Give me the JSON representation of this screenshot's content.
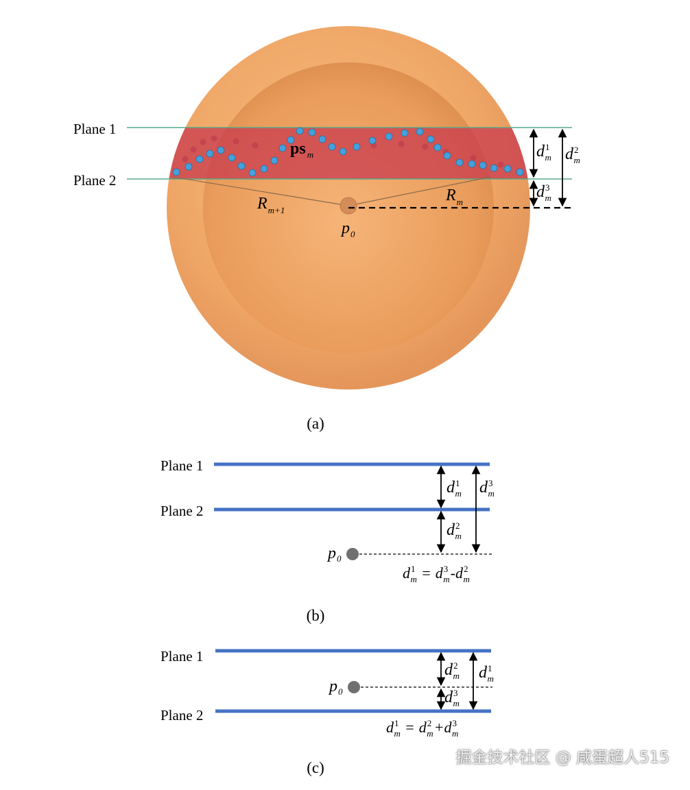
{
  "panel_a": {
    "caption": "(a)",
    "plane1_label": "Plane 1",
    "plane2_label": "Plane 2",
    "ps_label": "ps",
    "ps_sub": "m",
    "r_outer_label": "R",
    "r_outer_sub": "m+1",
    "r_inner_label": "R",
    "r_inner_sub": "m",
    "p0_label": "p",
    "p0_sub": "0",
    "d1": {
      "base": "d",
      "sup": "1",
      "sub": "m"
    },
    "d2": {
      "base": "d",
      "sup": "2",
      "sub": "m"
    },
    "d3": {
      "base": "d",
      "sup": "3",
      "sub": "m"
    },
    "colors": {
      "outer_sphere": "#f0a665",
      "inner_sphere": "#e89a59",
      "band": "#c8364e",
      "points": "#45a0dc",
      "plane_line": "#5aa88a"
    }
  },
  "panel_b": {
    "caption": "(b)",
    "plane1_label": "Plane 1",
    "plane2_label": "Plane 2",
    "p0_label": "p",
    "p0_sub": "0",
    "d1": {
      "base": "d",
      "sup": "1",
      "sub": "m"
    },
    "d2": {
      "base": "d",
      "sup": "2",
      "sub": "m"
    },
    "d3": {
      "base": "d",
      "sup": "3",
      "sub": "m"
    },
    "equation": {
      "lhs_sup": "1",
      "op1": "=",
      "t1_sup": "3",
      "op2": "-",
      "t2_sup": "2",
      "base": "d",
      "sub": "m"
    },
    "line_color": "#4472c4"
  },
  "panel_c": {
    "caption": "(c)",
    "plane1_label": "Plane 1",
    "plane2_label": "Plane 2",
    "p0_label": "p",
    "p0_sub": "0",
    "d1": {
      "base": "d",
      "sup": "1",
      "sub": "m"
    },
    "d2": {
      "base": "d",
      "sup": "2",
      "sub": "m"
    },
    "d3": {
      "base": "d",
      "sup": "3",
      "sub": "m"
    },
    "equation": {
      "lhs_sup": "1",
      "op1": "=",
      "t1_sup": "2",
      "op2": "+",
      "t2_sup": "3",
      "base": "d",
      "sub": "m"
    },
    "line_color": "#4472c4"
  },
  "watermark": "掘金技术社区 @ 咸蛋超人515"
}
